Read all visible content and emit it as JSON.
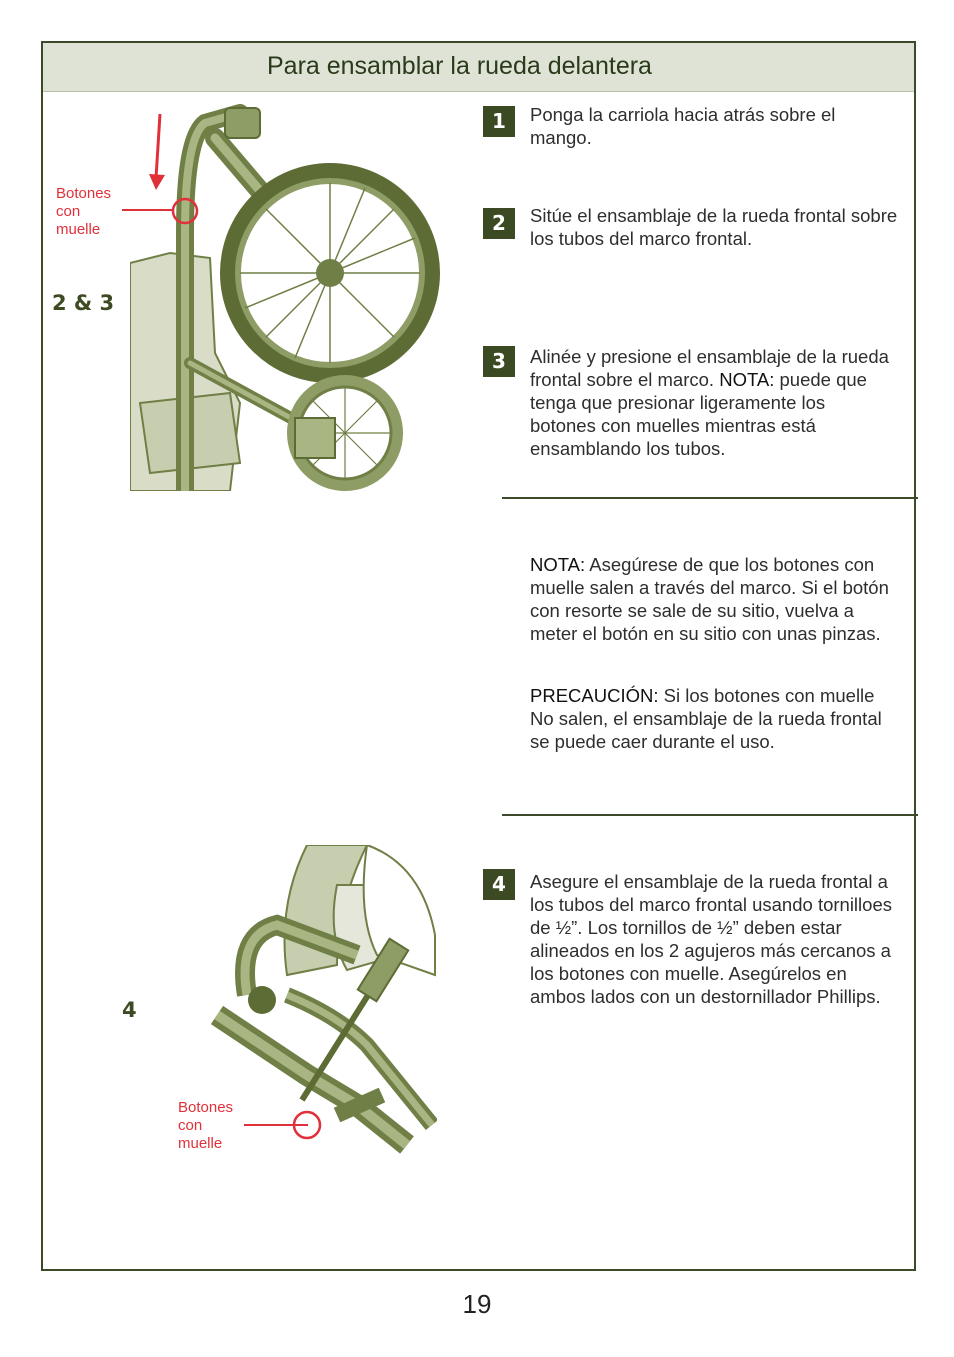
{
  "header": {
    "title": "Para ensamblar la rueda delantera"
  },
  "steps": [
    {
      "number": "1",
      "text": "Ponga la carriola hacia atrás sobre el mango."
    },
    {
      "number": "2",
      "text": "Sitúe el ensamblaje de la rueda frontal sobre los tubos del marco frontal."
    },
    {
      "number": "3",
      "text_before": "Alinée y presione el ensamblaje de la rueda frontal sobre el marco. ",
      "note_label": "NOTA:",
      "text_after": " puede que tenga que presionar ligeramente los botones con muelles mientras está ensamblando los tubos."
    },
    {
      "number": "4",
      "text": "Asegure el ensamblaje de la rueda frontal a los tubos del marco frontal usando tornilloes de ½”. Los tornillos de ½” deben estar alineados en los 2 agujeros más cercanos a los botones con muelle. Asegúrelos en ambos lados con un destornillador Phillips."
    }
  ],
  "note": {
    "label": "NOTA:",
    "text": " Asegúrese de que los botones con muelle salen a través del marco. Si el botón con resorte se sale de su sitio, vuelva a meter el botón en su sitio con unas pinzas."
  },
  "caution": {
    "label": "PRECAUCIÓN:",
    "text": " Si los botones con muelle No salen, el ensamblaje de la rueda frontal se puede caer durante el uso."
  },
  "figures": {
    "top": {
      "label": "2 & 3",
      "callout": [
        "Botones",
        "con",
        "muelle"
      ]
    },
    "bottom": {
      "label": "4",
      "callout": [
        "Botones",
        "con",
        "muelle"
      ]
    }
  },
  "colors": {
    "accent": "#3c4a24",
    "callout": "#e0313a",
    "illustration": "#6f7f45"
  },
  "page_number": "19"
}
